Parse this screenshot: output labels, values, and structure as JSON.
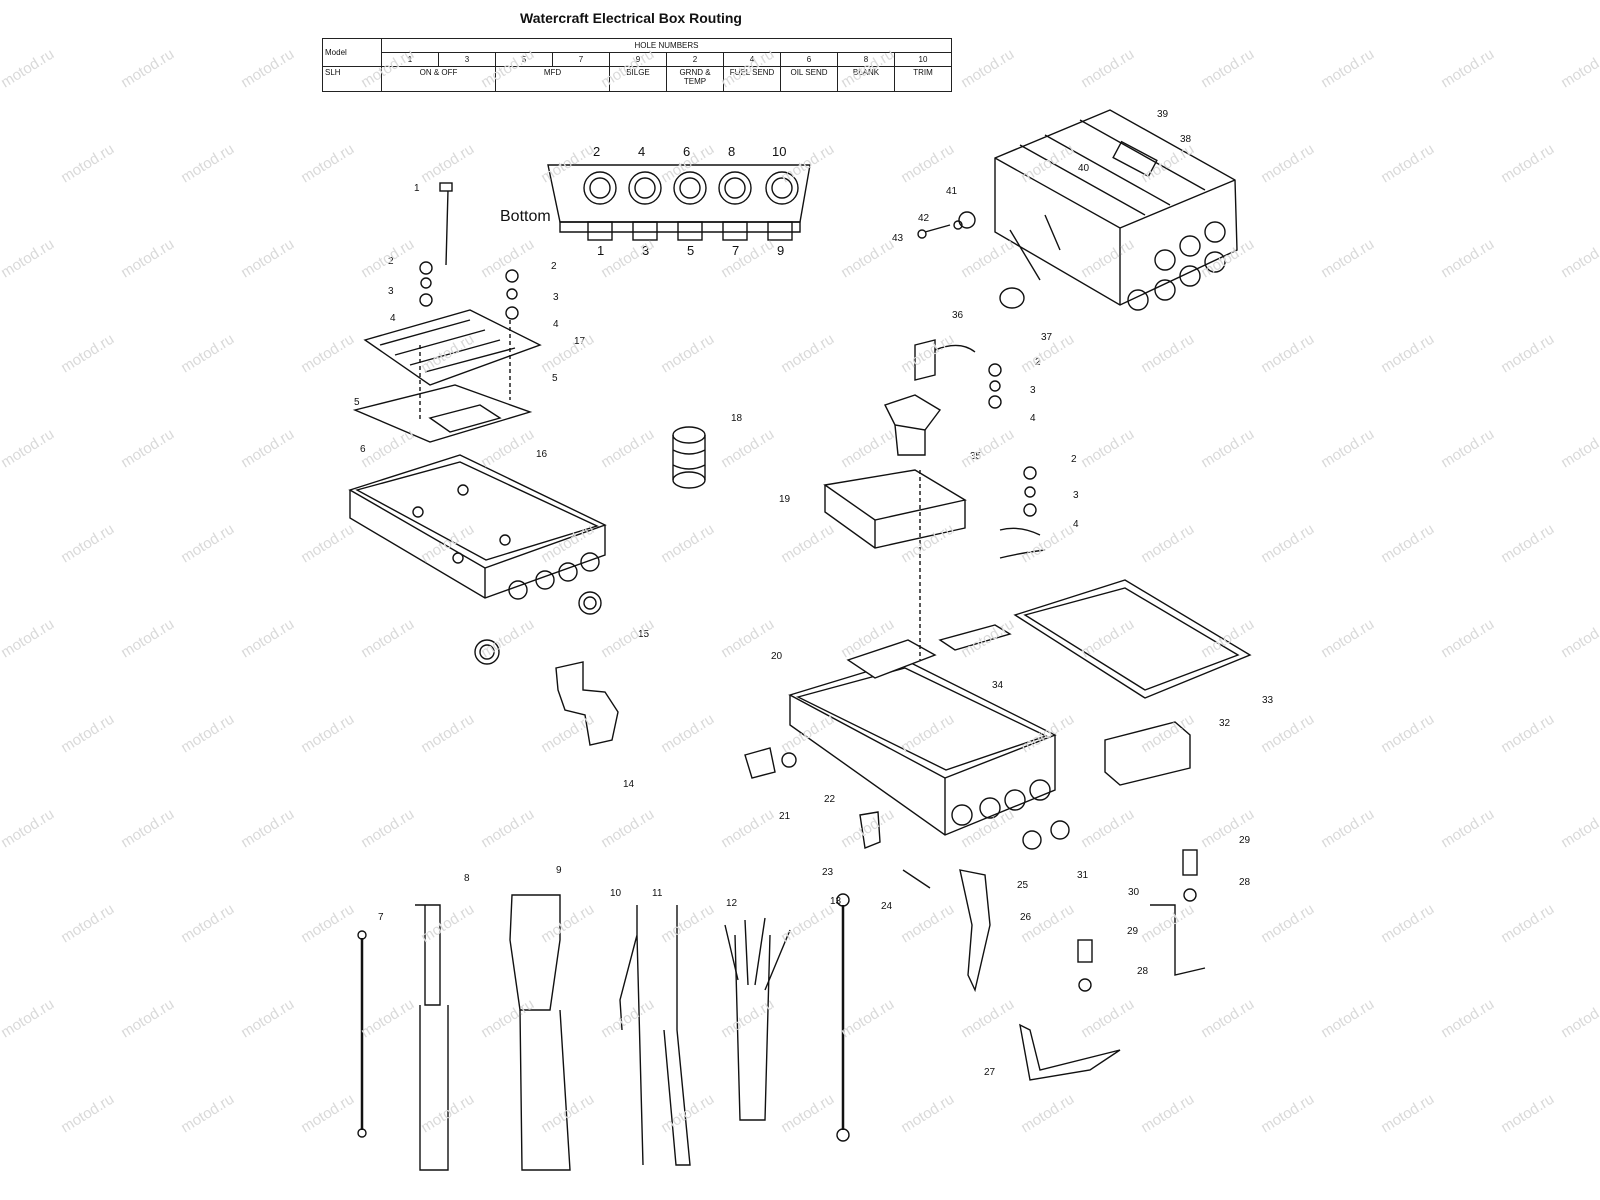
{
  "title": "Watercraft Electrical Box Routing",
  "watermark": "motod.ru",
  "table": {
    "model_header": "Model",
    "hole_numbers_header": "HOLE NUMBERS",
    "hole_numbers": [
      "1",
      "3",
      "5",
      "7",
      "9",
      "2",
      "4",
      "6",
      "8",
      "10"
    ],
    "model": "SLH",
    "functions": [
      "ON & OFF",
      "MFD",
      "BILGE",
      "GRND & TEMP",
      "FUEL SEND",
      "OIL SEND",
      "BLANK",
      "TRIM"
    ]
  },
  "bottom_view": {
    "label": "Bottom",
    "top_numbers": [
      "2",
      "4",
      "6",
      "8",
      "10"
    ],
    "bottom_numbers": [
      "1",
      "3",
      "5",
      "7",
      "9"
    ]
  },
  "callouts": [
    "1",
    "2",
    "3",
    "4",
    "5",
    "6",
    "7",
    "8",
    "9",
    "10",
    "11",
    "12",
    "13",
    "14",
    "15",
    "16",
    "17",
    "18",
    "19",
    "20",
    "21",
    "22",
    "23",
    "24",
    "25",
    "26",
    "27",
    "28",
    "29",
    "30",
    "31",
    "32",
    "33",
    "34",
    "35",
    "36",
    "37",
    "38",
    "39",
    "40",
    "41",
    "42",
    "43"
  ],
  "colors": {
    "line": "#111111",
    "watermark": "#d9d9d9"
  }
}
